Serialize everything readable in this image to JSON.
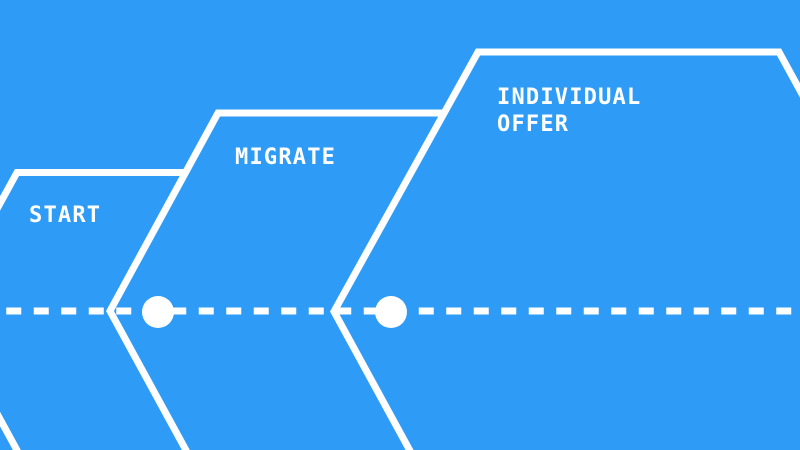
{
  "diagram": {
    "type": "process-timeline",
    "background_color": "#2E9CF6",
    "line_color": "#FFFFFF",
    "stages": [
      {
        "label": "START"
      },
      {
        "label": "MIGRATE"
      },
      {
        "label": "INDIVIDUAL\nOFFER"
      }
    ],
    "milestone_dots": 2,
    "timeline": {
      "style": "dashed",
      "orientation": "horizontal"
    }
  }
}
